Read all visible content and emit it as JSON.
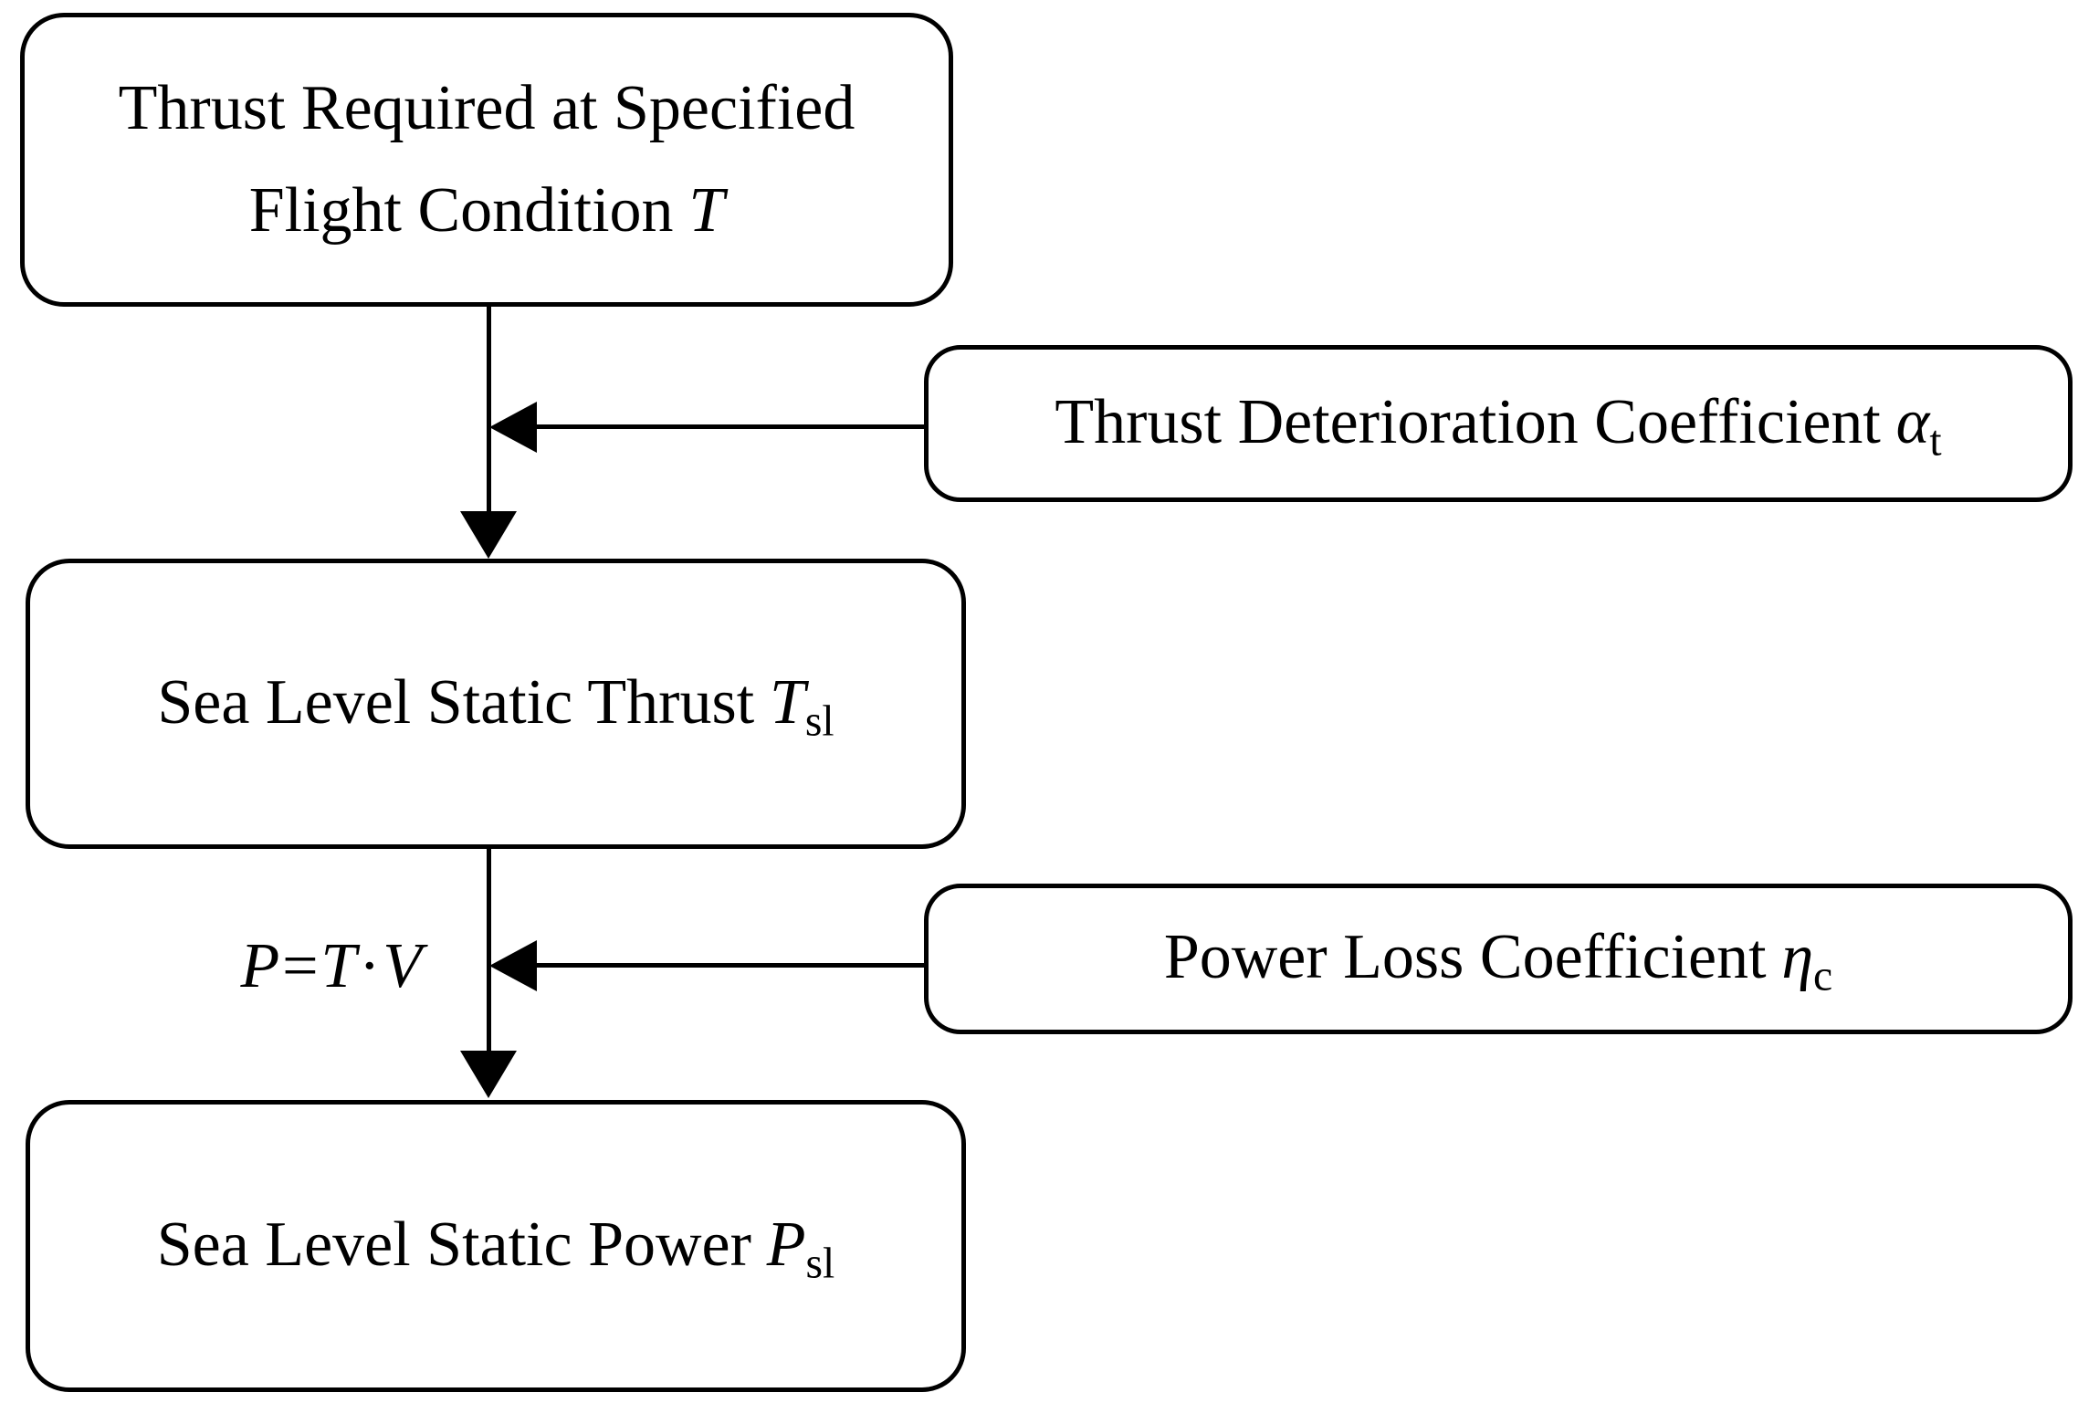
{
  "figure": {
    "background_color": "#ffffff",
    "stroke_color": "#000000",
    "nodes": {
      "thrust_required": {
        "line1": "Thrust Required at Specified",
        "line2": "Flight Condition",
        "line2_var": "T"
      },
      "thrust_deterioration": {
        "label": "Thrust Deterioration Coefficient",
        "var": "α",
        "sub": "t"
      },
      "sls_thrust": {
        "label": "Sea Level Static Thrust",
        "var": "T",
        "sub": "sl"
      },
      "power_loss": {
        "label": "Power Loss Coefficient",
        "var": "η",
        "sub": "c"
      },
      "sls_power": {
        "label": "Sea Level Static Power",
        "var": "P",
        "sub": "sl"
      }
    },
    "edge_label": {
      "lhs": "P",
      "equals": "=",
      "var1": "T",
      "dot": "·",
      "var2": "V"
    }
  }
}
